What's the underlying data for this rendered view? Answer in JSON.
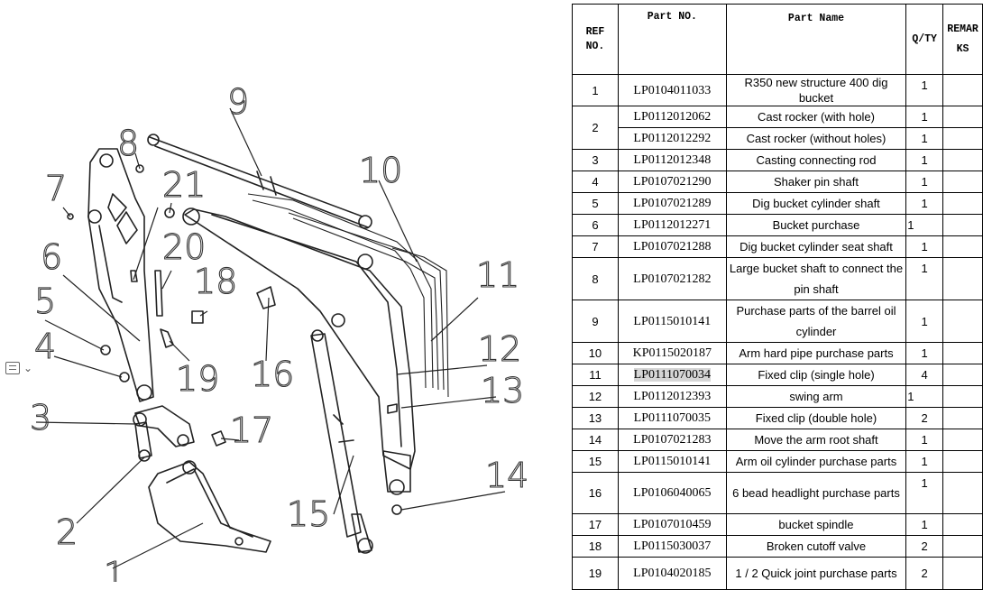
{
  "reading_icon": {
    "icon": "reading-list-icon",
    "dropdown_icon": "chevron-down-icon"
  },
  "diagram": {
    "callouts": [
      "1",
      "2",
      "3",
      "4",
      "5",
      "6",
      "7",
      "8",
      "9",
      "10",
      "11",
      "12",
      "13",
      "14",
      "15",
      "16",
      "17",
      "18",
      "19",
      "20",
      "21"
    ]
  },
  "table": {
    "headers": {
      "ref": "REF NO.",
      "part_no": "Part NO.",
      "part_name": "Part Name",
      "qty": "Q/TY",
      "remarks": "REMARKS"
    },
    "rows": [
      {
        "ref": "1",
        "part_no": "LP0104011033",
        "name": "R350  new structure 400 dig bucket",
        "qty": "1"
      },
      {
        "ref": "2",
        "part_no": "LP0112012062",
        "name": "Cast rocker (with hole)",
        "qty": "1"
      },
      {
        "ref": "",
        "part_no": "LP0112012292",
        "name": "Cast rocker (without holes)",
        "qty": "1"
      },
      {
        "ref": "3",
        "part_no": "LP0112012348",
        "name": "Casting connecting rod",
        "qty": "1"
      },
      {
        "ref": "4",
        "part_no": "LP0107021290",
        "name": "Shaker pin shaft",
        "qty": "1"
      },
      {
        "ref": "5",
        "part_no": "LP0107021289",
        "name": "Dig bucket cylinder shaft",
        "qty": "1"
      },
      {
        "ref": "6",
        "part_no": "LP0112012271",
        "name": "Bucket purchase",
        "qty": "1"
      },
      {
        "ref": "7",
        "part_no": "LP0107021288",
        "name": "Dig bucket cylinder seat shaft",
        "qty": "1"
      },
      {
        "ref": "8",
        "part_no": "LP0107021282",
        "name": "Large bucket shaft to connect the pin shaft",
        "qty": "1"
      },
      {
        "ref": "9",
        "part_no": "LP0115010141",
        "name": "Purchase parts of the barrel oil cylinder",
        "qty": "1"
      },
      {
        "ref": "10",
        "part_no": "KP0115020187",
        "name": "Arm hard pipe purchase parts",
        "qty": "1"
      },
      {
        "ref": "11",
        "part_no": "LP0111070034",
        "name": "Fixed clip (single hole)",
        "qty": "4"
      },
      {
        "ref": "12",
        "part_no": "LP0112012393",
        "name": "swing arm",
        "qty": "1"
      },
      {
        "ref": "13",
        "part_no": "LP0111070035",
        "name": "Fixed clip (double hole)",
        "qty": "2"
      },
      {
        "ref": "14",
        "part_no": "LP0107021283",
        "name": "Move the arm root shaft",
        "qty": "1"
      },
      {
        "ref": "15",
        "part_no": "LP0115010141",
        "name": "Arm oil cylinder purchase parts",
        "qty": "1"
      },
      {
        "ref": "16",
        "part_no": "LP0106040065",
        "name": "6 bead headlight purchase parts",
        "qty": "1"
      },
      {
        "ref": "17",
        "part_no": "LP0107010459",
        "name": "bucket spindle",
        "qty": "1"
      },
      {
        "ref": "18",
        "part_no": "LP0115030037",
        "name": "Broken cutoff valve",
        "qty": "2"
      },
      {
        "ref": "19",
        "part_no": "LP0104020185",
        "name": "1 / 2 Quick joint purchase parts",
        "qty": "2"
      }
    ]
  }
}
